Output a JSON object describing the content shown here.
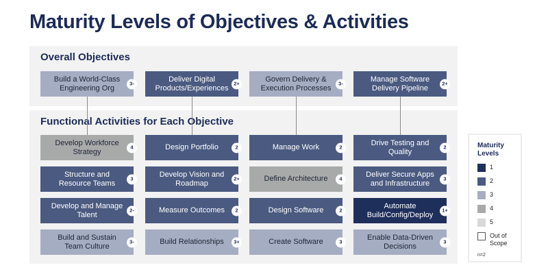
{
  "title": "Maturity Levels of Objectives & Activities",
  "overall_heading": "Overall Objectives",
  "functional_heading": "Functional Activities for Each Objective",
  "colors": {
    "1": "#1f2f5c",
    "2": "#4a5a80",
    "3": "#a5adc3",
    "4": "#a8aaaa",
    "5": "#d9d9d9"
  },
  "objectives": [
    {
      "label": "Build a World-Class Engineering Org",
      "score": "3-",
      "level": 3
    },
    {
      "label": "Deliver Digital Products/Experiences",
      "score": "2+",
      "level": 2
    },
    {
      "label": "Govern Delivery & Execution Processes",
      "score": "3-",
      "level": 3
    },
    {
      "label": "Manage Software Delivery Pipeline",
      "score": "2+",
      "level": 2
    }
  ],
  "activities": [
    [
      {
        "label": "Develop Workforce Strategy",
        "score": "4",
        "level": 4
      },
      {
        "label": "Structure and Resource Teams",
        "score": "3",
        "level": 2
      },
      {
        "label": "Develop and Manage Talent",
        "score": "2-",
        "level": 2
      },
      {
        "label": "Build and Sustain Team Culture",
        "score": "3-",
        "level": 3
      }
    ],
    [
      {
        "label": "Design Portfolio",
        "score": "2",
        "level": 2
      },
      {
        "label": "Develop Vision and Roadmap",
        "score": "2+",
        "level": 2
      },
      {
        "label": "Measure Outcomes",
        "score": "2",
        "level": 2
      },
      {
        "label": "Build Relationships",
        "score": "3+",
        "level": 3
      }
    ],
    [
      {
        "label": "Manage Work",
        "score": "2",
        "level": 2
      },
      {
        "label": "Define Architecture",
        "score": "4",
        "level": 4
      },
      {
        "label": "Design Software",
        "score": "2",
        "level": 2
      },
      {
        "label": "Create Software",
        "score": "3",
        "level": 3
      }
    ],
    [
      {
        "label": "Drive Testing and Quality",
        "score": "2",
        "level": 2
      },
      {
        "label": "Deliver Secure Apps and Infrastructure",
        "score": "3",
        "level": 2
      },
      {
        "label": "Automate Build/Config/Deploy",
        "score": "1+",
        "level": 1
      },
      {
        "label": "Enable Data-Driven Decisions",
        "score": "3",
        "level": 3
      }
    ]
  ],
  "legend": {
    "title": "Maturity Levels",
    "items": [
      "1",
      "2",
      "3",
      "4",
      "5",
      "Out of Scope"
    ],
    "note": "n=2"
  }
}
